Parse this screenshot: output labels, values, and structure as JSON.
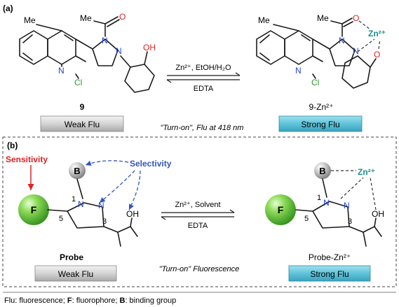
{
  "panel_a": {
    "label": "(a)",
    "me_left": "Me",
    "me_acyl_left": "Me",
    "o_left": "O",
    "n_left_1": "N",
    "n_left_2": "N",
    "n_quin_left": "N",
    "cl_left": "Cl",
    "oh_left": "OH",
    "compound_left": "9",
    "box_left": "Weak Flu",
    "arrow_top": "Zn²⁺, EtOH/H₂O",
    "arrow_bottom": "EDTA",
    "caption": "\"Turn-on\", Flu at 418 nm",
    "me_right": "Me",
    "me_acyl_right": "Me",
    "o_right": "O",
    "zn_right": "Zn²⁺",
    "n_right_1": "N",
    "n_right_2": "N",
    "n_quin_right": "N",
    "cl_right": "Cl",
    "o_phenol_right": "O",
    "compound_right": "9-Zn²⁺",
    "box_right": "Strong Flu"
  },
  "panel_b": {
    "label": "(b)",
    "sensitivity": "Sensitivity",
    "selectivity": "Selectivity",
    "b_left": "B",
    "f_left": "F",
    "n1_left": "1",
    "n_a_left": "N",
    "n_b_left": "N",
    "num5_left": "5",
    "num3_left": "3",
    "oh_left": "OH",
    "compound_left": "Probe",
    "box_left": "Weak Flu",
    "arrow_top": "Zn²⁺, Solvent",
    "arrow_bottom": "EDTA",
    "caption": "\"Turn-on\" Fluorescence",
    "b_right": "B",
    "zn_right": "Zn²⁺",
    "f_right": "F",
    "n1_right": "1",
    "n_a_right": "N",
    "n_b_right": "N",
    "num5_right": "5",
    "num3_right": "3",
    "oh_right": "OH",
    "compound_right": "Probe-Zn²⁺",
    "box_right": "Strong Flu"
  },
  "footnote": {
    "t1": "Flu: fluorescence; ",
    "t2": "F",
    "t3": ": fluorophore; ",
    "t4": "B",
    "t5": ": binding group"
  },
  "colors": {
    "sensitivity": "#dd2222",
    "selectivity": "#3355bb",
    "zinc": "#1b8f8f",
    "chlorine": "#2a9a2a",
    "oxygen": "#dd2222",
    "nitrogen": "#2244cc",
    "weak_box": "#d9d9d9",
    "strong_box": "#63c6dc"
  }
}
